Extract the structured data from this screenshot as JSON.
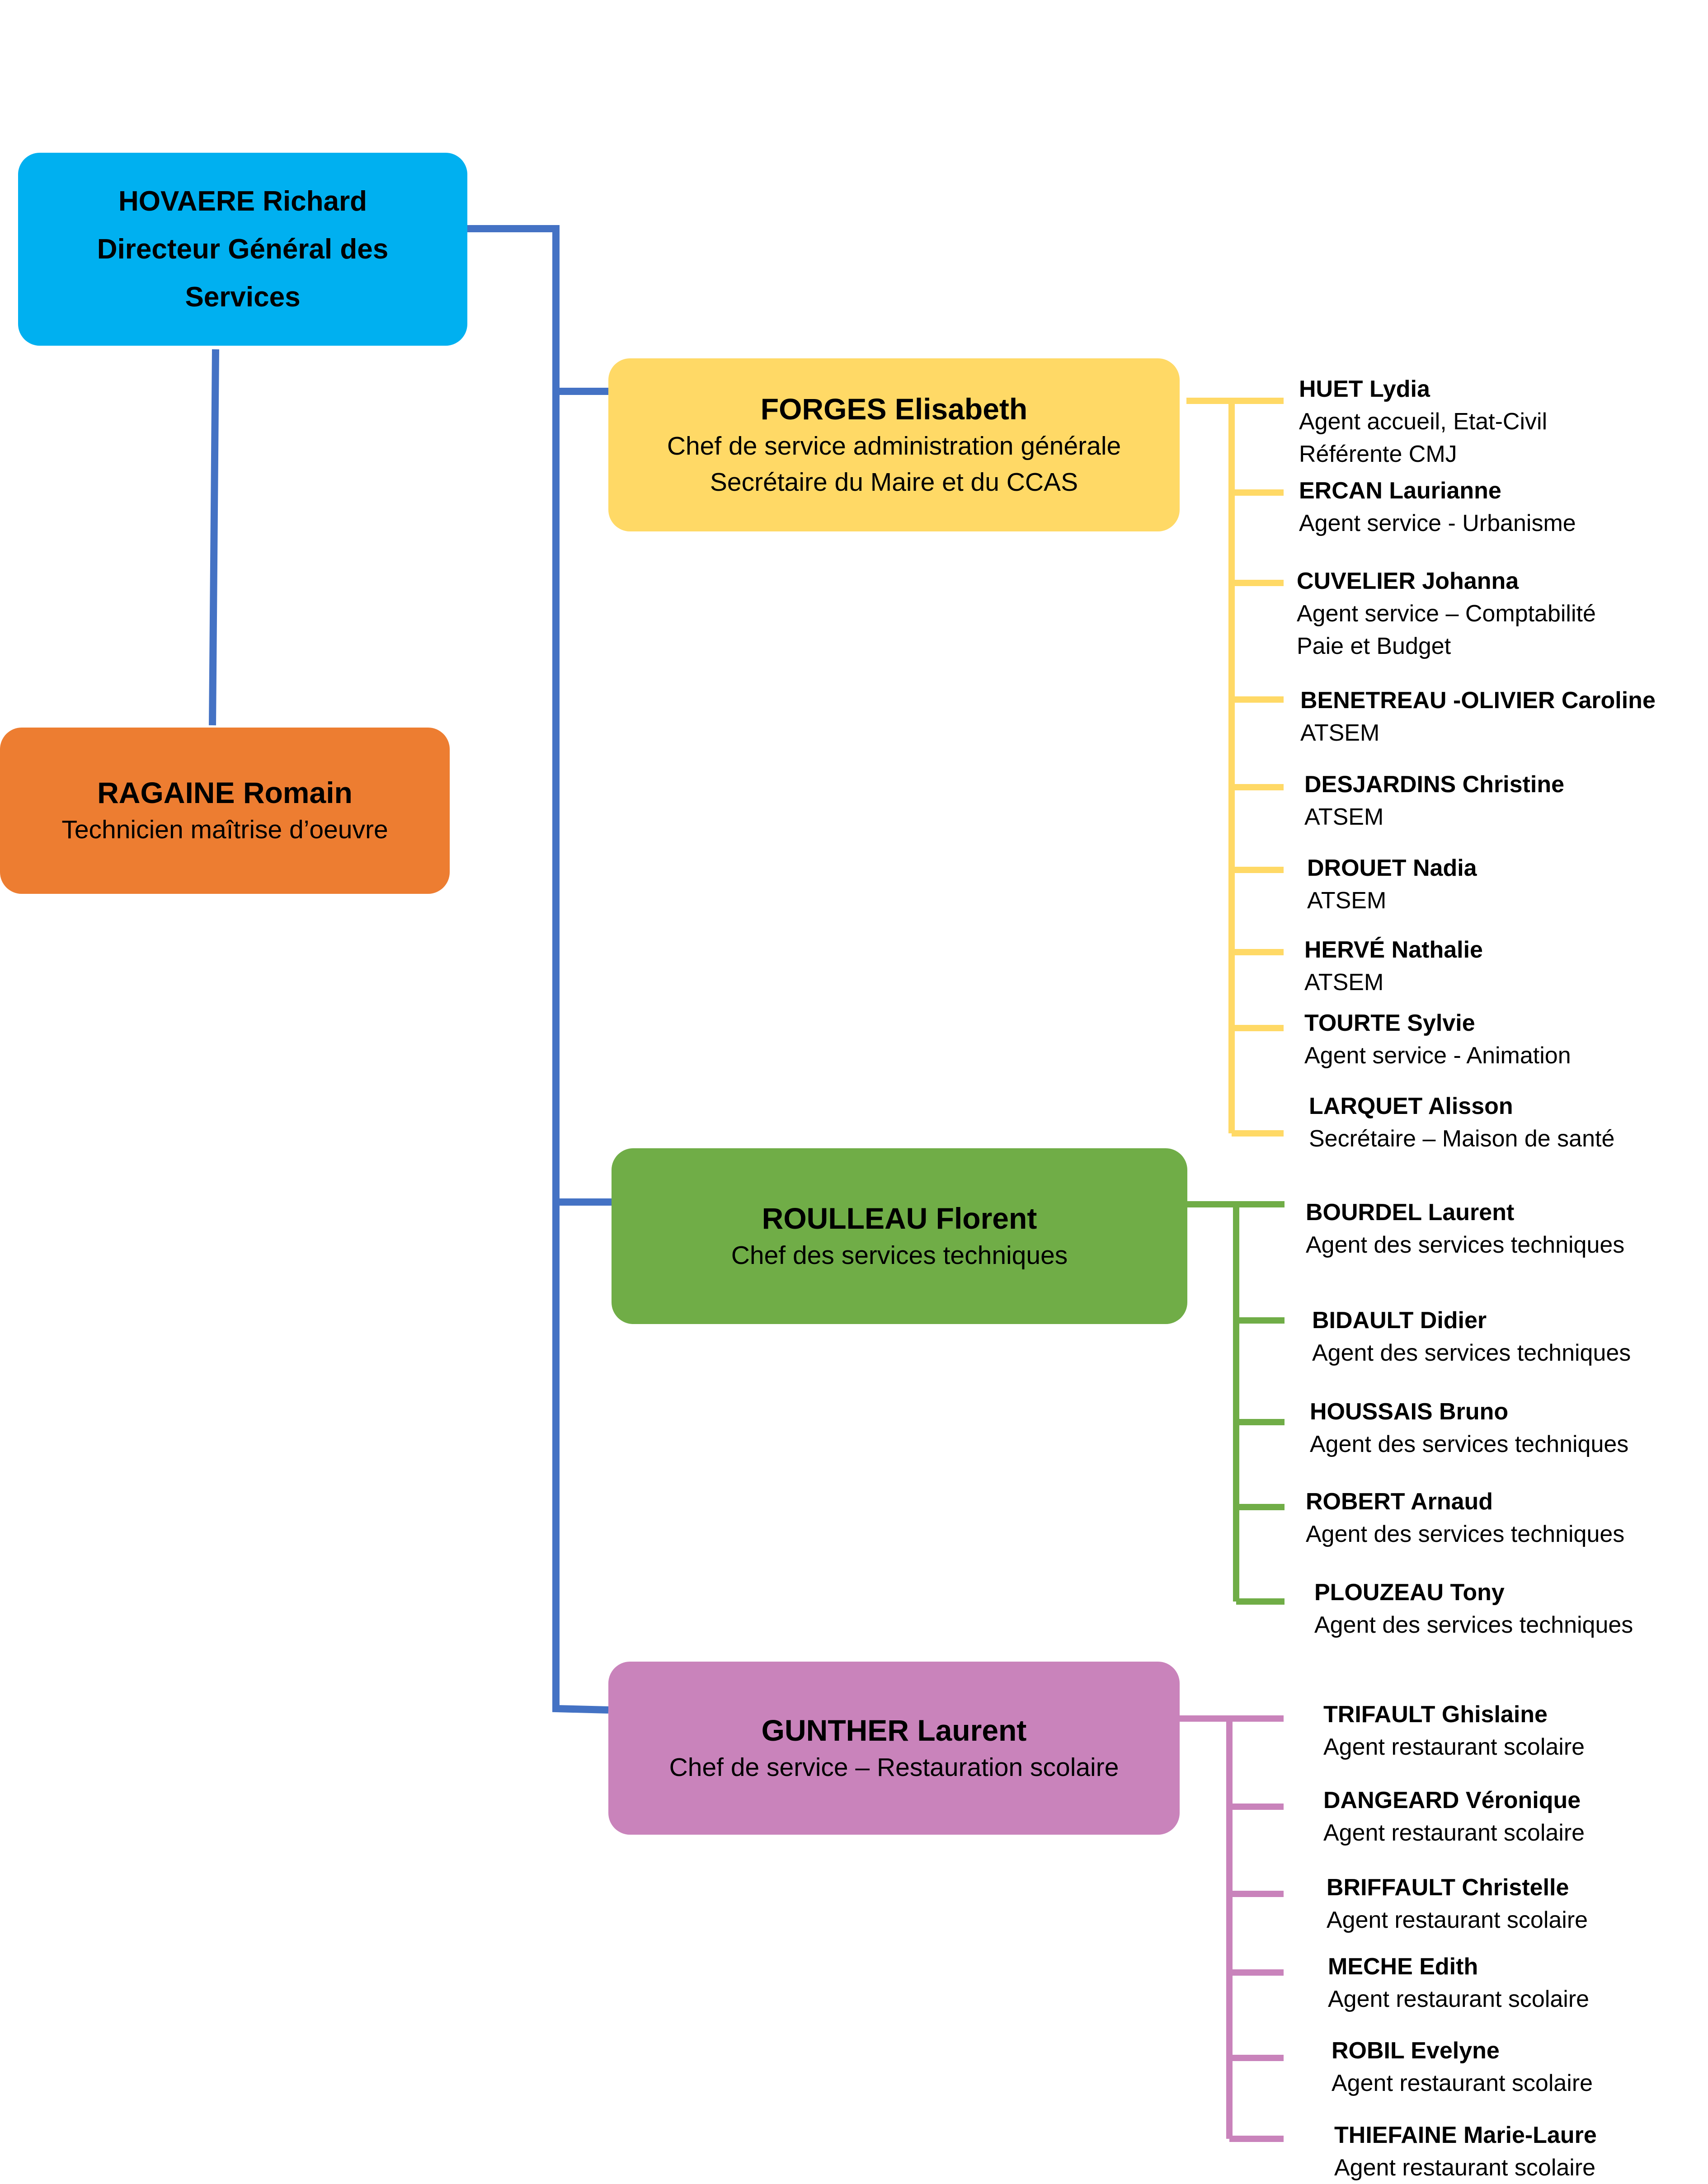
{
  "colors": {
    "director": "#00B0F0",
    "technician": "#ED7D31",
    "admin": "#FFD966",
    "technical": "#70AD47",
    "catering": "#C983BB",
    "main_line": "#4472C4",
    "admin_line": "#FFD966",
    "technical_line": "#70AD47",
    "catering_line": "#C983BB"
  },
  "director": {
    "name": "HOVAERE Richard",
    "role": "Directeur Général des Services"
  },
  "technician": {
    "name": "RAGAINE Romain",
    "role": "Technicien maîtrise d’oeuvre"
  },
  "departments": [
    {
      "name": "FORGES Elisabeth",
      "roles": [
        "Chef de service administration générale",
        "Secrétaire du Maire et du CCAS"
      ],
      "agents": [
        {
          "name": "HUET Lydia",
          "roles": [
            "Agent accueil, Etat-Civil",
            "Référente CMJ"
          ]
        },
        {
          "name": "ERCAN Laurianne",
          "roles": [
            "Agent service - Urbanisme"
          ]
        },
        {
          "name": "CUVELIER Johanna",
          "roles": [
            "Agent service – Comptabilité",
            "Paie et Budget"
          ]
        },
        {
          "name": "BENETREAU -OLIVIER Caroline",
          "roles": [
            "ATSEM"
          ]
        },
        {
          "name": "DESJARDINS Christine",
          "roles": [
            "ATSEM"
          ]
        },
        {
          "name": "DROUET Nadia",
          "roles": [
            "ATSEM"
          ]
        },
        {
          "name": "HERVÉ Nathalie",
          "roles": [
            "ATSEM"
          ]
        },
        {
          "name": "TOURTE Sylvie",
          "roles": [
            "Agent service - Animation"
          ]
        },
        {
          "name": "LARQUET Alisson",
          "roles": [
            "Secrétaire – Maison de santé"
          ]
        }
      ]
    },
    {
      "name": "ROULLEAU Florent",
      "roles": [
        "Chef des services techniques"
      ],
      "agents": [
        {
          "name": "BOURDEL Laurent",
          "roles": [
            "Agent des services techniques"
          ]
        },
        {
          "name": "BIDAULT Didier",
          "roles": [
            "Agent des services techniques"
          ]
        },
        {
          "name": "HOUSSAIS Bruno",
          "roles": [
            "Agent des services techniques"
          ]
        },
        {
          "name": "ROBERT Arnaud",
          "roles": [
            "Agent des services techniques"
          ]
        },
        {
          "name": "PLOUZEAU Tony",
          "roles": [
            "Agent des services techniques"
          ]
        }
      ]
    },
    {
      "name": "GUNTHER Laurent",
      "roles": [
        "Chef de service – Restauration scolaire"
      ],
      "agents": [
        {
          "name": "TRIFAULT Ghislaine",
          "roles": [
            "Agent restaurant scolaire"
          ]
        },
        {
          "name": "DANGEARD Véronique",
          "roles": [
            "Agent restaurant scolaire"
          ]
        },
        {
          "name": "BRIFFAULT Christelle",
          "roles": [
            "Agent restaurant scolaire"
          ]
        },
        {
          "name": "MECHE Edith",
          "roles": [
            "Agent restaurant scolaire"
          ]
        },
        {
          "name": "ROBIL Evelyne",
          "roles": [
            "Agent restaurant scolaire"
          ]
        },
        {
          "name": "THIEFAINE Marie-Laure",
          "roles": [
            "Agent restaurant scolaire"
          ]
        }
      ]
    }
  ]
}
